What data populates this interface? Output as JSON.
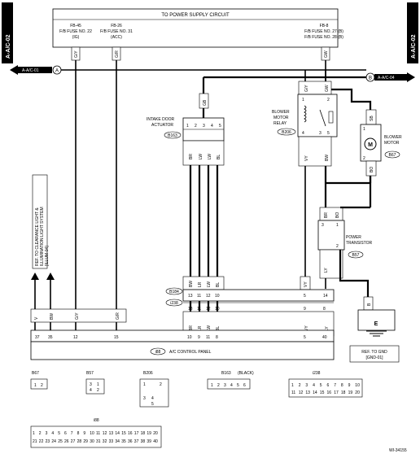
{
  "section_tab_left": "A-A/C-02",
  "section_tab_right": "A-A/C-02",
  "header": {
    "title": "TO POWER SUPPLY CIRCUIT",
    "fuses": [
      {
        "id": "FB-45",
        "line1": "F/B FUSE NO. 22",
        "line2": "(IG)"
      },
      {
        "id": "FB-26",
        "line1": "F/B FUSE NO. 31",
        "line2": "(ACC)"
      },
      {
        "id": "FB-8",
        "line1": "F/B FUSE NO. 27 (B)",
        "line2": "F/B FUSE NO. 28 (B)"
      }
    ]
  },
  "refs": {
    "left_label": "A-A/C-01",
    "left_letter": "A",
    "right_label": "A-A/C-04",
    "right_letter": "B"
  },
  "wire_colors": {
    "fuse22": "G/Y",
    "fuse31": "G/R",
    "fuse27": "GW",
    "relay_in": "G/Y",
    "relay_sw": "GW",
    "relay_out": "VY",
    "relay_out2": "BW",
    "act_top": "GB",
    "act": [
      "BR",
      "LW",
      "LW",
      "BL"
    ],
    "motor_top": "SB",
    "motor_bot": "BO",
    "tr_top": "BR",
    "tr_top2": "BO",
    "tr_bot": "LY",
    "tr_gnd": "B",
    "cl": [
      "V",
      "BW"
    ],
    "i88_left": [
      "V",
      "BW",
      "G/Y",
      "G/R"
    ],
    "row_b": [
      "BW",
      "LR",
      "LW",
      "BL",
      "VY",
      "LY"
    ],
    "row_c": [
      "BR",
      "LR",
      "LW",
      "BL",
      "VY",
      "LY"
    ]
  },
  "components": {
    "blower_relay": {
      "line1": "BLOWER",
      "line2": "MOTOR",
      "line3": "RELAY",
      "code": "B206"
    },
    "blower_motor": {
      "line1": "BLOWER",
      "line2": "MOTOR",
      "code": "B67",
      "symbol": "M"
    },
    "intake": {
      "line1": "INTAKE DOOR",
      "line2": "ACTUATOR",
      "code": "B163"
    },
    "transistor": {
      "line1": "POWER",
      "line2": "TRANSISTOR",
      "code": "B57"
    },
    "connector_b": "B184",
    "connector_c": "i238",
    "control_panel": {
      "code": "i88",
      "label": "A/C CONTROL PANEL"
    },
    "ground": {
      "letter": "E",
      "ref_line1": "REF. TO GND",
      "ref_line2": "[GND-01]"
    },
    "clearance_ref": {
      "line1": "REF. TO CLEARANCE LIGHT &",
      "line2": "ILLUMINATION LIGHT SYSTEM",
      "line3": "[ILLUM-04]"
    }
  },
  "pins": {
    "i88_bottom": [
      "37",
      "35",
      "12",
      "15",
      "10",
      "9",
      "11",
      "8",
      "5",
      "40"
    ],
    "row_b": [
      "13",
      "11",
      "12",
      "10",
      "5",
      "14"
    ],
    "row_c": [
      "13",
      "11",
      "12",
      "10",
      "9",
      "8"
    ],
    "relay": [
      "1",
      "2",
      "4",
      "3",
      "5"
    ],
    "actuator": [
      "1",
      "2",
      "3",
      "4",
      "5"
    ],
    "motor": [
      "1",
      "2"
    ],
    "transistor": [
      "3",
      "1",
      "2"
    ]
  },
  "connector_views": [
    {
      "code": "B67",
      "note": "",
      "pins": [
        "1",
        "2"
      ]
    },
    {
      "code": "B57",
      "note": "",
      "pins": [
        "1",
        "2",
        "3",
        "4"
      ]
    },
    {
      "code": "B206",
      "note": "",
      "pins": [
        "1",
        "2",
        "3",
        "4",
        "5"
      ]
    },
    {
      "code": "B163",
      "note": "(BLACK)",
      "pins": [
        "1",
        "2",
        "3",
        "4",
        "5",
        "6"
      ]
    },
    {
      "code": "i238",
      "note": "",
      "pins": [
        "1",
        "2",
        "3",
        "4",
        "5",
        "6",
        "7",
        "8",
        "9",
        "10",
        "11",
        "12",
        "13",
        "14",
        "15",
        "16",
        "17",
        "18",
        "19",
        "20"
      ]
    },
    {
      "code": "i88",
      "note": "",
      "pins": [
        "1",
        "2",
        "3",
        "4",
        "5",
        "6",
        "7",
        "8",
        "9",
        "10",
        "11",
        "12",
        "13",
        "14",
        "15",
        "16",
        "17",
        "18",
        "19",
        "20",
        "21",
        "22",
        "23",
        "24",
        "25",
        "26",
        "27",
        "28",
        "29",
        "30",
        "31",
        "32",
        "33",
        "34",
        "35",
        "36",
        "37",
        "38",
        "39",
        "40"
      ]
    }
  ],
  "figure_id": "WI-34155"
}
